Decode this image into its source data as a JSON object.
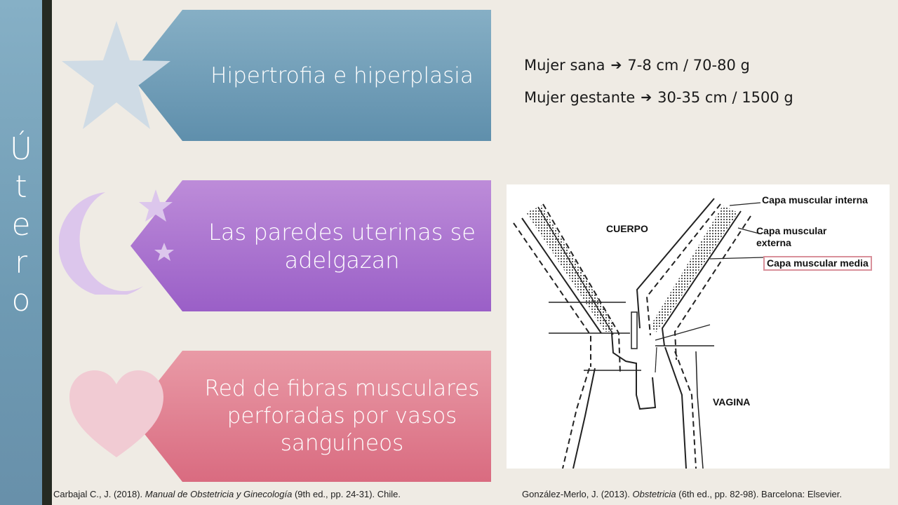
{
  "title_letters": [
    "Ú",
    "t",
    "e",
    "r",
    "o"
  ],
  "shapes": [
    {
      "text": "Hipertrofia e hiperplasia",
      "icon": "star-icon",
      "color": "#6f9db8"
    },
    {
      "text": "Las paredes uterinas se adelgazan",
      "icon": "moon-stars-icon",
      "color": "#a66fcf"
    },
    {
      "text": "Red de fibras musculares perforadas por vasos sanguíneos",
      "icon": "heart-icon",
      "color": "#e07e8f"
    }
  ],
  "facts": [
    {
      "label": "Mujer sana",
      "value": "7-8 cm / 70-80 g"
    },
    {
      "label": "Mujer gestante",
      "value": "30-35 cm / 1500 g"
    }
  ],
  "diagram": {
    "labels": {
      "cuerpo": "CUERPO",
      "vagina": "VAGINA",
      "capa_interna": "Capa muscular interna",
      "capa_externa_1": "Capa muscular",
      "capa_externa_2": "externa",
      "capa_media": "Capa muscular media"
    }
  },
  "citations": {
    "left": {
      "prefix": "Carbajal C., J. (2018). ",
      "title": "Manual de Obstetricia y Ginecología",
      "suffix": " (9th ed., pp. 24-31). Chile."
    },
    "right": {
      "prefix": "González-Merlo, J. (2013). ",
      "title": "Obstetricia",
      "suffix": " (6th ed., pp. 82-98). Barcelona: Elsevier."
    }
  }
}
